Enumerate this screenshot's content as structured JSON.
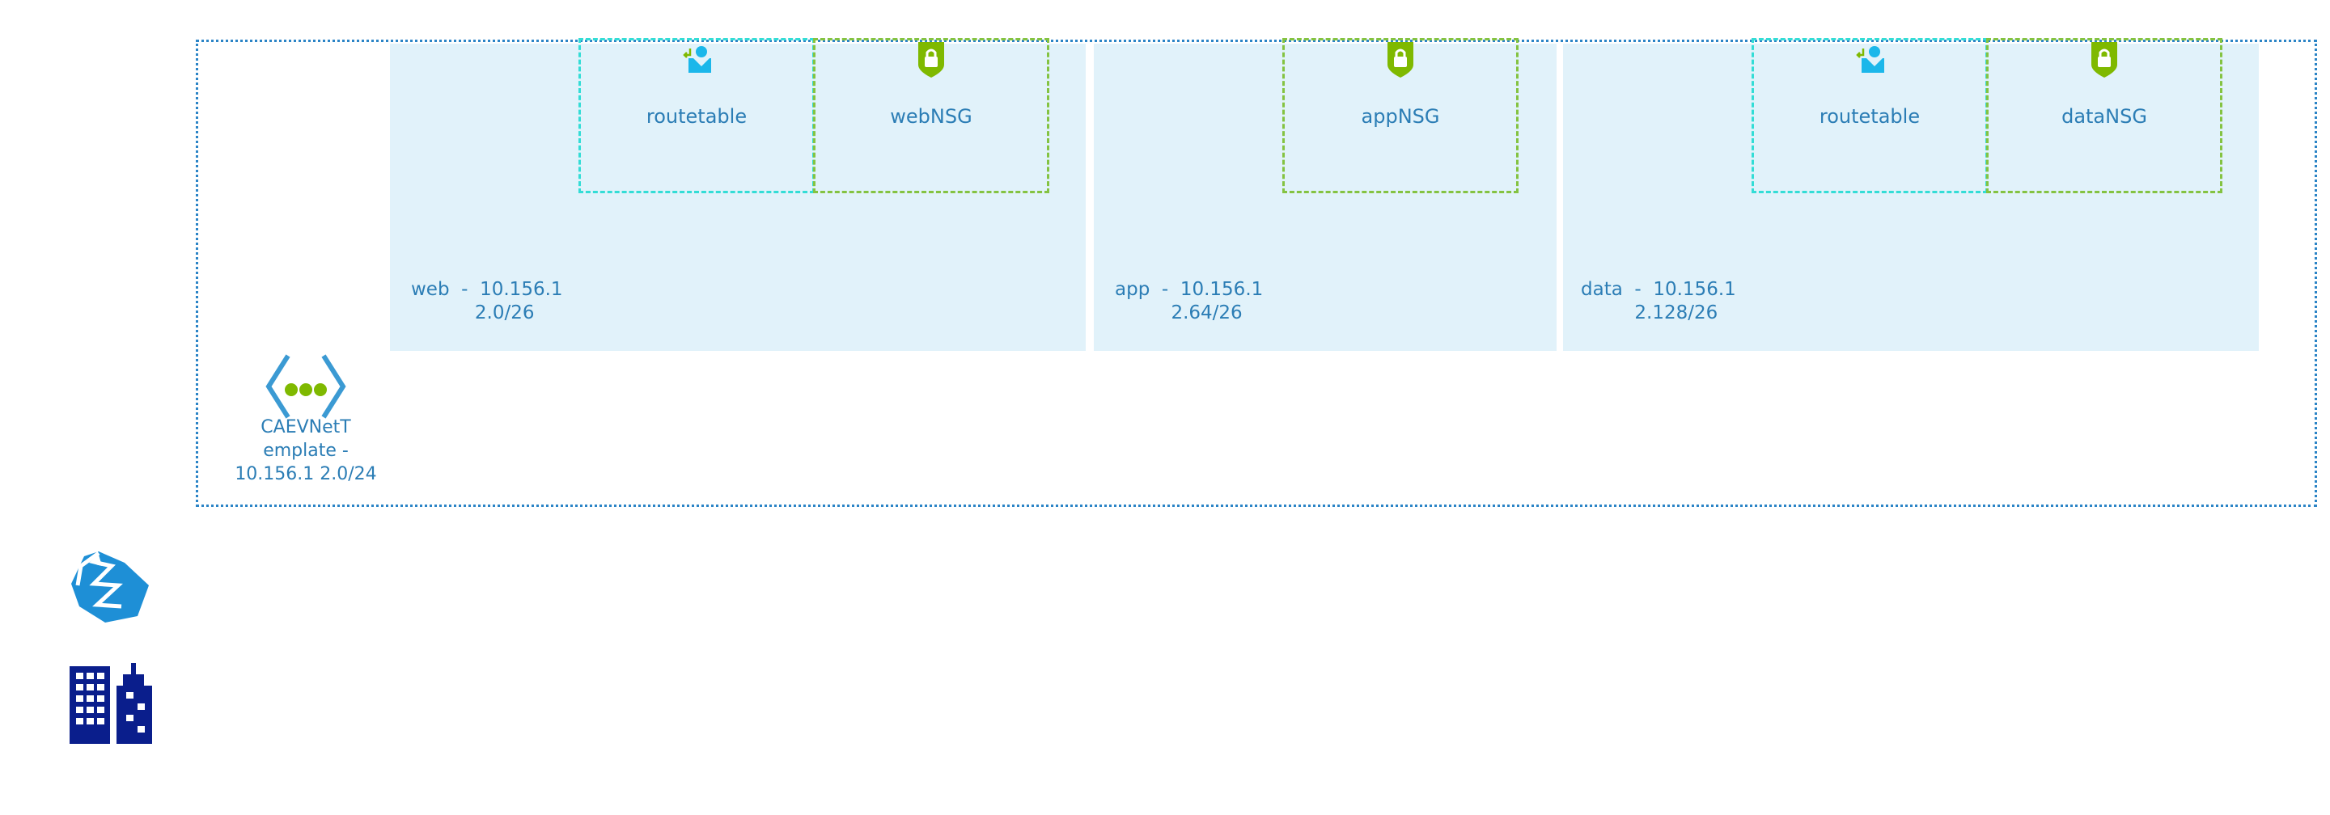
{
  "vnet": {
    "label_lines": "CAEVNetT\nemplate -\n10.156.1 2.0/24",
    "icon": "virtual-network-icon"
  },
  "subnets": [
    {
      "name": "web",
      "label": "web  -  10.156.1\n      2.0/26"
    },
    {
      "name": "app",
      "label": "app  -  10.156.1\n      2.64/26"
    },
    {
      "name": "data",
      "label": "data  -  10.156.1\n      2.128/26"
    }
  ],
  "resources": {
    "web_routetable": {
      "label": "routetable",
      "icon": "route-table-icon"
    },
    "web_nsg": {
      "label": "webNSG",
      "icon": "shield-lock-icon"
    },
    "app_nsg": {
      "label": "appNSG",
      "icon": "shield-lock-icon"
    },
    "data_routetable": {
      "label": "routetable",
      "icon": "route-table-icon"
    },
    "data_nsg": {
      "label": "dataNSG",
      "icon": "shield-lock-icon"
    }
  },
  "side_icons": [
    "virtual-network-gateway-icon",
    "buildings-icon"
  ],
  "colors": {
    "subnet_fill": "#e1f2fa",
    "vnet_border": "#2b84c6",
    "routetable_border": "#33ddd6",
    "nsg_border": "#84c341",
    "label_text": "#2b7db5",
    "nsg_icon": "#7fb900",
    "route_icon": "#1bb7ea",
    "building": "#0a1e8c"
  }
}
